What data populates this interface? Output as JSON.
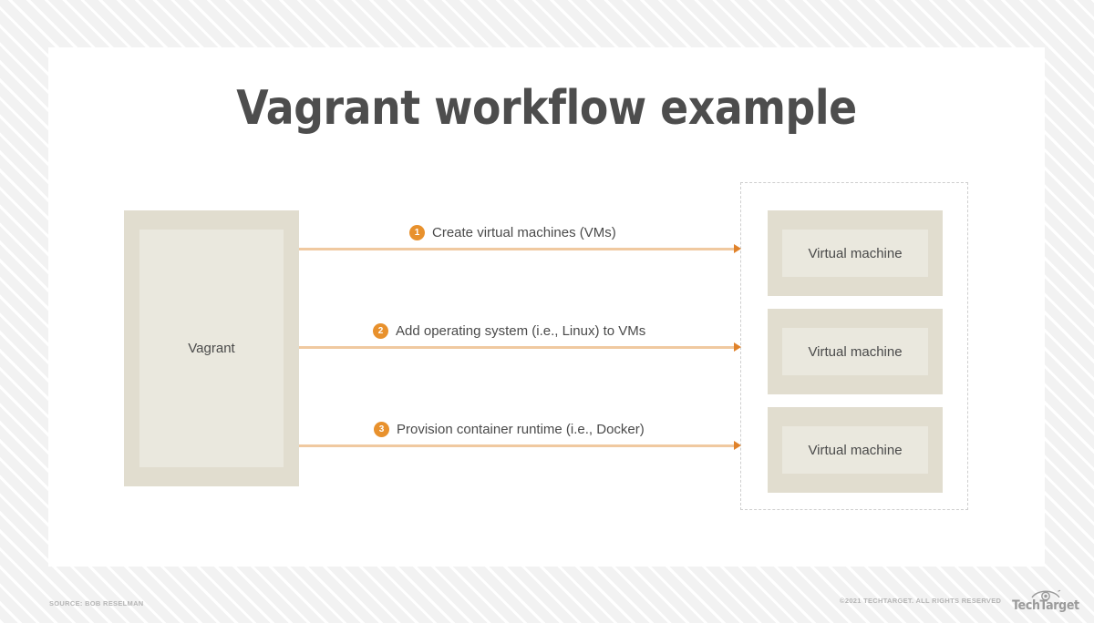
{
  "slide": {
    "title": "Vagrant workflow example",
    "source_label": "SOURCE: BOB RESELMAN",
    "copyright": "©2021 TECHTARGET. ALL RIGHTS RESERVED",
    "brand": "TechTarget"
  },
  "colors": {
    "page_background": "#f2f2f2",
    "card_background": "#ffffff",
    "box_outer": "#e1ddcf",
    "box_inner": "#eae8de",
    "text": "#4a4a4a",
    "title_text": "#4d4d4d",
    "arrow_line": "#f0c9a0",
    "arrow_head": "#e0822a",
    "badge": "#e8912d",
    "dashed_border": "#cfcfcf",
    "footer_text": "#b5b5b5"
  },
  "source_node": {
    "label": "Vagrant"
  },
  "target_group": {
    "machines": [
      {
        "label": "Virtual machine"
      },
      {
        "label": "Virtual machine"
      },
      {
        "label": "Virtual machine"
      }
    ]
  },
  "steps": [
    {
      "number": "1",
      "text": "Create virtual machines (VMs)"
    },
    {
      "number": "2",
      "text": "Add operating system (i.e., Linux) to VMs"
    },
    {
      "number": "3",
      "text": "Provision container runtime (i.e., Docker)"
    }
  ]
}
